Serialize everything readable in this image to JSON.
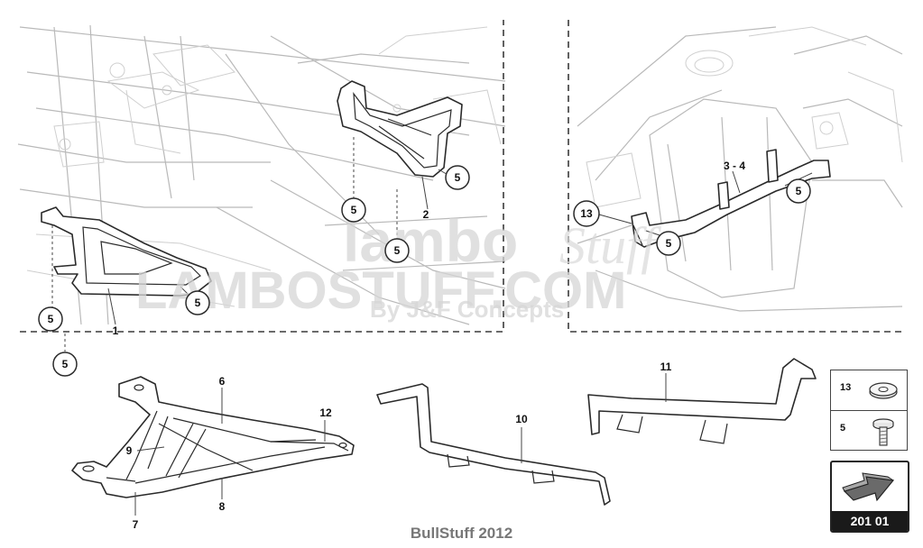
{
  "callouts": {
    "c1": "5",
    "c2": "5",
    "c3": "5",
    "c4": "5",
    "c5": "5",
    "c6": "5",
    "c7": "5",
    "c8": "5",
    "c9": "13"
  },
  "labels": {
    "p1": "1",
    "p2": "2",
    "p34": "3 - 4",
    "p6": "6",
    "p7": "7",
    "p8": "8",
    "p9": "9",
    "p10": "10",
    "p11": "11",
    "p12": "12"
  },
  "legend": {
    "row1": "13",
    "row2": "5"
  },
  "badge": {
    "code": "201 01"
  },
  "watermark": {
    "brand": "lambo",
    "script": "Stuff",
    "line2": "LAMBOSTUFF.COM",
    "line3": "By J&F Concepts"
  },
  "footer": "BullStuff 2012"
}
